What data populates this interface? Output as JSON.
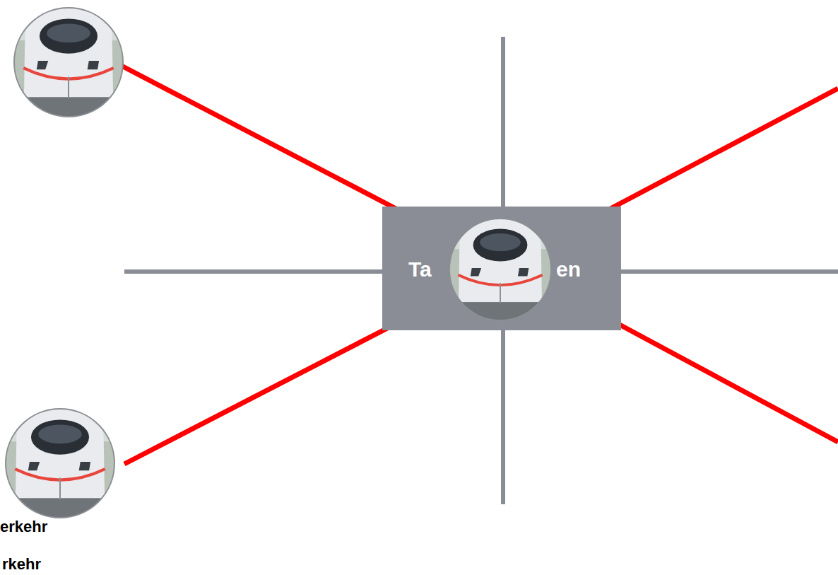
{
  "diagram": {
    "nodes": [
      {
        "text": [
          "Ta",
          "en"
        ]
      }
    ],
    "labels": [
      "erkehr",
      "rkehr"
    ]
  }
}
